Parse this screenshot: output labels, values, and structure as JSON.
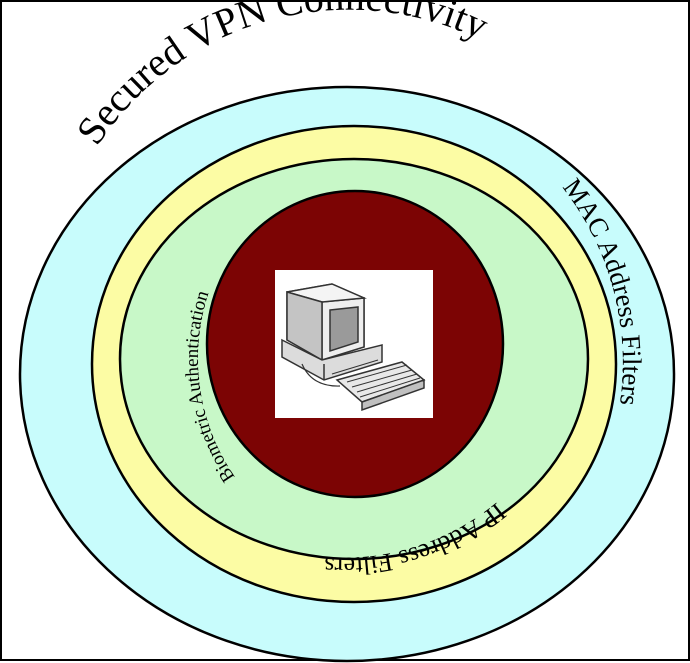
{
  "diagram": {
    "layers": [
      {
        "id": "outer",
        "label": "Secured VPN Connectivity",
        "color": "#c8fcfc"
      },
      {
        "id": "mac",
        "label": "MAC Address Filters",
        "color": "#c8fcfc"
      },
      {
        "id": "ip",
        "label": "IP Address Filters",
        "color": "#fcfca4"
      },
      {
        "id": "bio",
        "label": "Biometric Authentication",
        "color": "#c8f8c8"
      },
      {
        "id": "core",
        "label": "",
        "color": "#7c0404"
      }
    ],
    "center_icon": "desktop-computer-icon"
  }
}
